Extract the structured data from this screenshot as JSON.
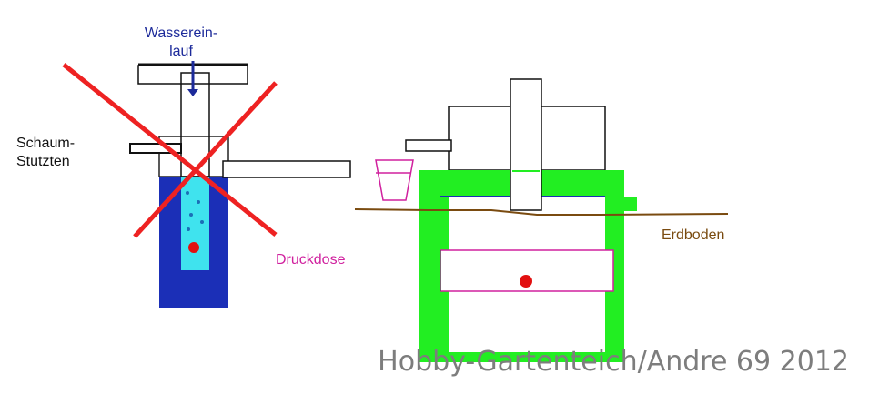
{
  "labels": {
    "water_inlet_line1": "Wasserein-",
    "water_inlet_line2": "lauf",
    "foam_outlet_line1": "Schaum-",
    "foam_outlet_line2": "Stutzten",
    "pressure_box": "Druckdose",
    "ground": "Erdboden"
  },
  "watermark": "Hobby-Gartenteich/Andre 69 2012",
  "colors": {
    "water_blue": "#1b2fb7",
    "light_cyan": "#3fe3ee",
    "green_housing": "#22ee22",
    "red_cross": "#ee2222",
    "ground_line": "#7a4b10",
    "magenta": "#d0209e",
    "red_dot": "#e21010"
  }
}
